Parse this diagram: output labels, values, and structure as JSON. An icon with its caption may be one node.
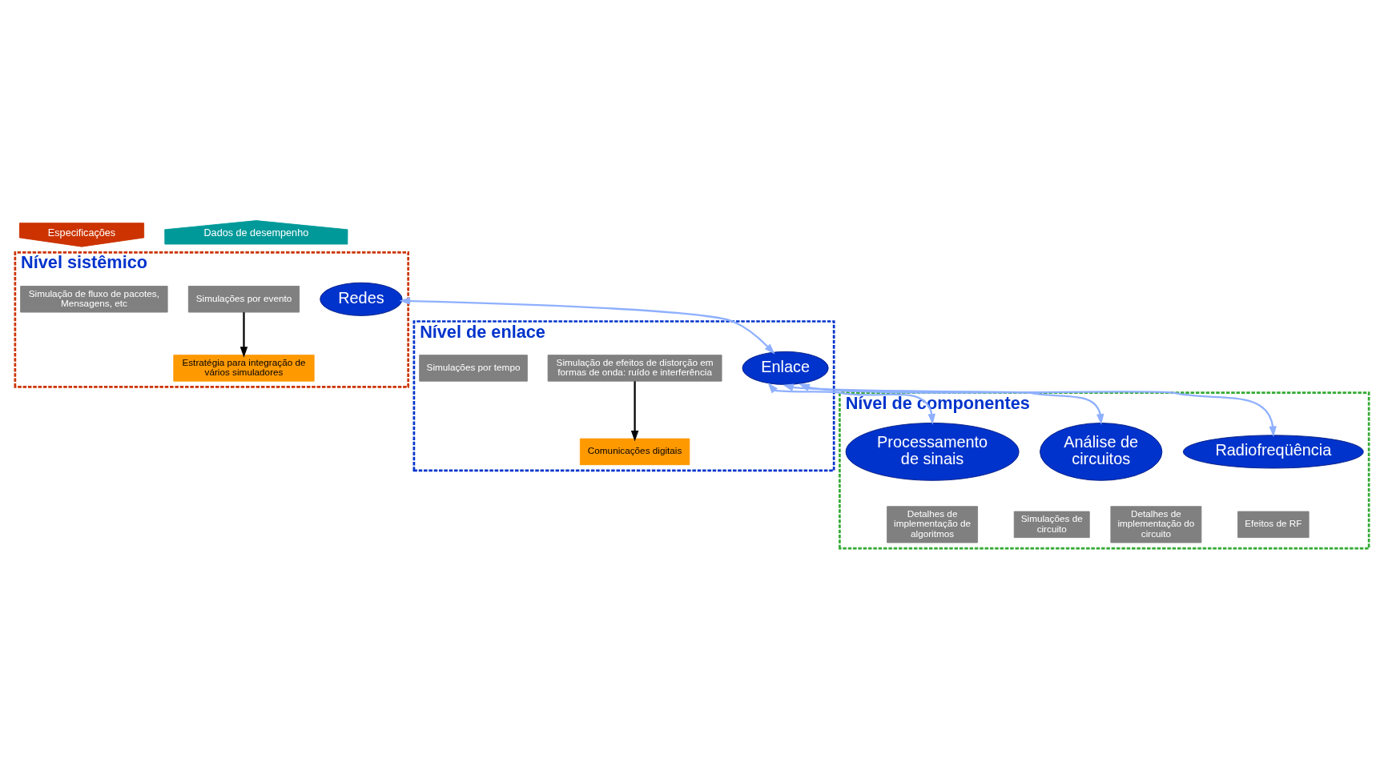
{
  "diagram": {
    "nodes": [
      {
        "text": [
          "Nível sistêmico"
        ]
      },
      {
        "text": [
          "Nível de enlace"
        ]
      },
      {
        "text": [
          "Nível de componentes"
        ]
      },
      {
        "text": [
          "Simulação de fluxo de pacotes, Mensagens, etc"
        ],
        "in": 0
      },
      {
        "text": [
          "Redes"
        ],
        "in": 0
      },
      {
        "text": [
          "Simulações por evento"
        ],
        "in": 0
      },
      {
        "text": [
          "Estratégia para integração de vários simuladores"
        ],
        "in": 0
      },
      {
        "text": [
          "Simulação de efeitos de distorção em formas de onda: ruído e interferência"
        ],
        "in": 1
      },
      {
        "text": [
          "Enlace"
        ],
        "in": 1
      },
      {
        "text": [
          "Simulações por tempo"
        ],
        "in": 1
      },
      {
        "text": [
          "Comunicações digitais"
        ],
        "in": 1
      },
      {
        "text": [
          "Processamento de sinais"
        ],
        "in": 2
      },
      {
        "text": [
          "Detalhes de implementação de algoritmos"
        ],
        "in": 2
      },
      {
        "text": [
          "Análise de circuitos"
        ],
        "in": 2
      },
      {
        "text": [
          "Detalhes de implementação do circuito"
        ],
        "in": 2
      },
      {
        "text": [
          "Simulações de circuito"
        ],
        "in": 2
      },
      {
        "text": [
          "Radiofreqüência"
        ],
        "in": 2
      },
      {
        "text": [
          "Efeitos de RF"
        ],
        "in": 2
      },
      {
        "text": [
          "Especificações"
        ]
      },
      {
        "text": [
          "Dados de desempenho"
        ]
      }
    ],
    "edges": [
      {
        "from": 5,
        "to": 6,
        "arrow": "to",
        "color": "#000000"
      },
      {
        "from": 4,
        "to": 8,
        "arrow": "both"
      },
      {
        "from": 7,
        "to": 10,
        "arrow": "to",
        "color": "#000000"
      },
      {
        "from": 8,
        "to": 11,
        "arrow": "both"
      },
      {
        "from": 8,
        "to": 13,
        "arrow": "both"
      },
      {
        "from": 8,
        "to": 16,
        "arrow": "both"
      }
    ]
  }
}
